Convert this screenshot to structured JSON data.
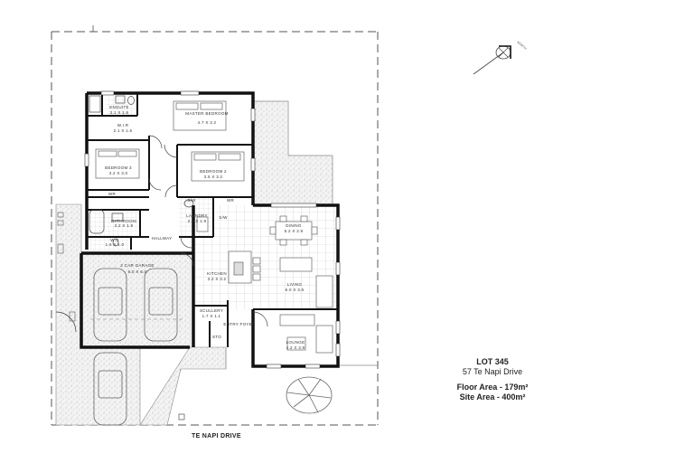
{
  "site": {
    "lot": "LOT 345",
    "address": "57 Te Napi Drive",
    "floor_area": "Floor Area - 179m²",
    "site_area": "Site Area - 400m²",
    "street": "TE NAPI DRIVE",
    "north_label": "NORTH"
  },
  "rooms": {
    "ensuite": {
      "name": "ENSUITE",
      "dims": "3.1 X 1.6"
    },
    "wir": {
      "name": "W.I.R",
      "dims": "2.1 X 1.6"
    },
    "master": {
      "name": "MASTER BEDROOM",
      "dims": "4.7 X 3.2"
    },
    "bedroom3": {
      "name": "BEDROOM 3",
      "dims": "3.2 X 3.0"
    },
    "bedroom2": {
      "name": "BEDROOM 2",
      "dims": "3.5 X 3.2"
    },
    "wardrobe1": {
      "name": "WR"
    },
    "wardrobe2": {
      "name": "WR"
    },
    "bathroom": {
      "name": "BATHROOM",
      "dims": "3.2 X 1.9"
    },
    "wc": {
      "name": "W.C",
      "dims": "1.6 X 1.0"
    },
    "hallway": {
      "name": "HALLWAY"
    },
    "laundry": {
      "name": "LAUNDRY",
      "dims": "2.0 X 1.9"
    },
    "stor1": {
      "name": "S/W"
    },
    "stor2": {
      "name": "S/W"
    },
    "dining": {
      "name": "DINING",
      "dims": "5.2 X 2.9"
    },
    "living": {
      "name": "LIVING",
      "dims": "6.0 X 3.9"
    },
    "kitchen": {
      "name": "KITCHEN",
      "dims": "3.2 X 3.2"
    },
    "garage": {
      "name": "2 CAR GARAGE",
      "dims": "6.0 X 6.0"
    },
    "scullery": {
      "name": "SCULLERY",
      "dims": "1.7 X 1.1"
    },
    "entry": {
      "name": "ENTRY FOYER"
    },
    "sto": {
      "name": "STO"
    },
    "lounge": {
      "name": "LOUNGE",
      "dims": "4.2 X 3.9"
    }
  }
}
